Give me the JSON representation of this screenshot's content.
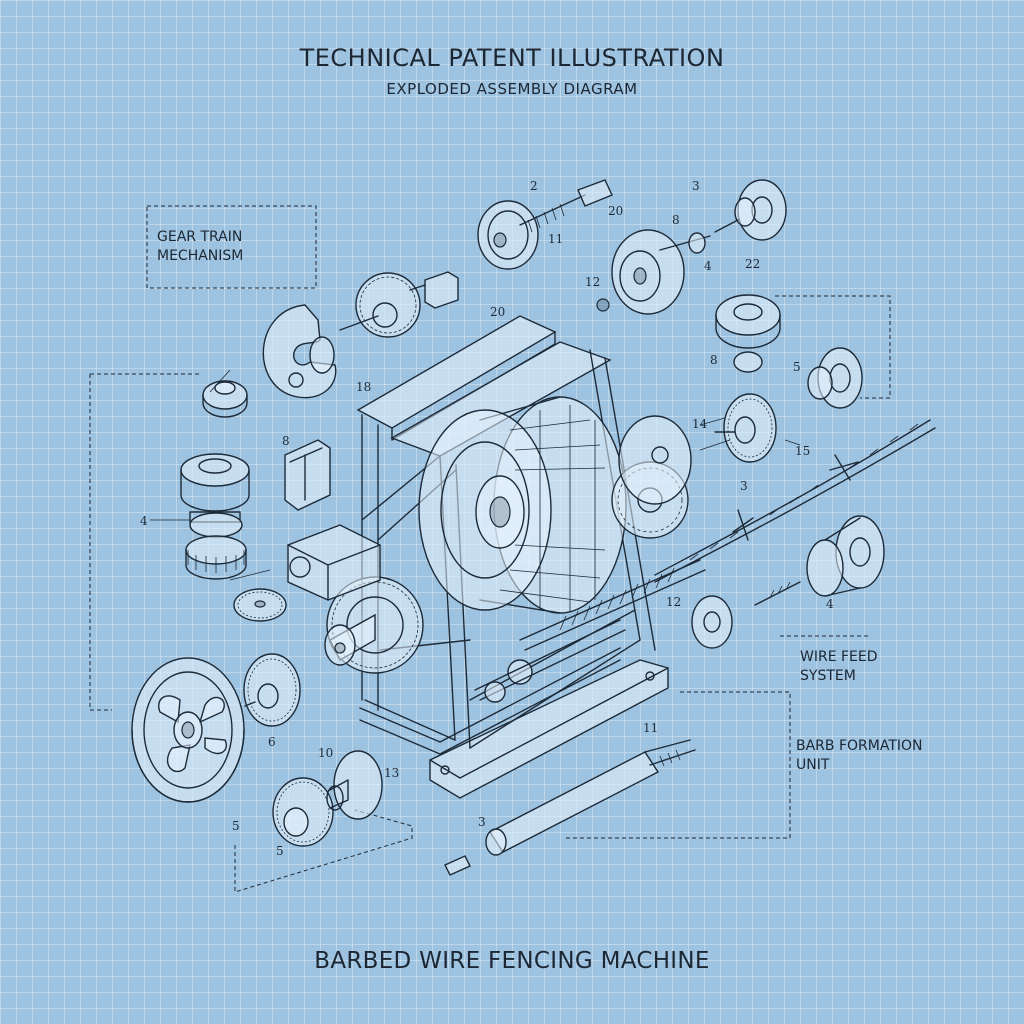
{
  "header": {
    "title": "TECHNICAL PATENT ILLUSTRATION",
    "subtitle": "EXPLODED ASSEMBLY DIAGRAM"
  },
  "callouts": {
    "gear_train": "GEAR TRAIN\nMECHANISM",
    "wire_feed": "WIRE FEED\nSYSTEM",
    "barb_formation": "BARB FORMATION\nUNIT"
  },
  "footer": {
    "caption": "BARBED WIRE FENCING MACHINE"
  },
  "part_numbers": [
    "2",
    "20",
    "11",
    "3",
    "8",
    "4",
    "22",
    "12",
    "20",
    "18",
    "8",
    "4",
    "5",
    "14",
    "15",
    "3",
    "12",
    "4",
    "11",
    "3",
    "13",
    "5",
    "5",
    "6",
    "10",
    "8"
  ],
  "colors": {
    "background": "#9ec3e0",
    "grid": "#ffffff",
    "ink": "#1d2a38"
  }
}
